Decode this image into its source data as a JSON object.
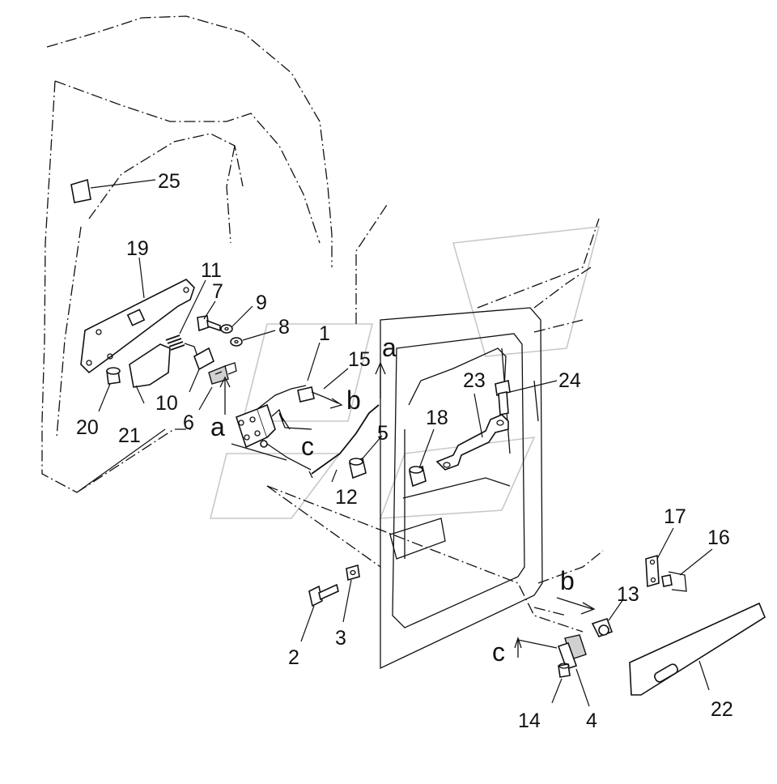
{
  "part_numbers": {
    "p1": "1",
    "p2": "2",
    "p3": "3",
    "p4": "4",
    "p5": "5",
    "p6": "6",
    "p7": "7",
    "p8": "8",
    "p9": "9",
    "p10": "10",
    "p11": "11",
    "p12": "12",
    "p13": "13",
    "p14": "14",
    "p15": "15",
    "p16": "16",
    "p17": "17",
    "p18": "18",
    "p19": "19",
    "p20": "20",
    "p21": "21",
    "p22": "22",
    "p23": "23",
    "p24": "24",
    "p25": "25"
  },
  "reference_letters": {
    "a_top": "a",
    "a_left": "a",
    "b_mid": "b",
    "b_right": "b",
    "c_mid": "c",
    "c_right": "c"
  }
}
